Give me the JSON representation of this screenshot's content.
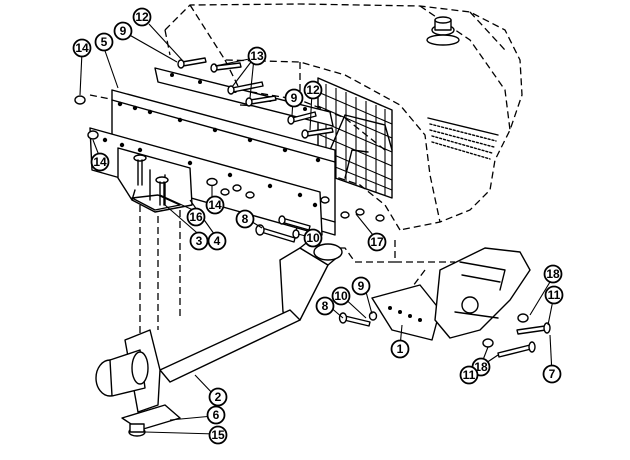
{
  "callouts": [
    {
      "id": "c12a",
      "label": "12"
    },
    {
      "id": "c9a",
      "label": "9"
    },
    {
      "id": "c5",
      "label": "5"
    },
    {
      "id": "c14a",
      "label": "14"
    },
    {
      "id": "c13",
      "label": "13"
    },
    {
      "id": "c9b",
      "label": "9"
    },
    {
      "id": "c12b",
      "label": "12"
    },
    {
      "id": "c14b",
      "label": "14"
    },
    {
      "id": "c14c",
      "label": "14"
    },
    {
      "id": "c16",
      "label": "16"
    },
    {
      "id": "c3",
      "label": "3"
    },
    {
      "id": "c4",
      "label": "4"
    },
    {
      "id": "c8a",
      "label": "8"
    },
    {
      "id": "c10a",
      "label": "10"
    },
    {
      "id": "c17",
      "label": "17"
    },
    {
      "id": "c9c",
      "label": "9"
    },
    {
      "id": "c10b",
      "label": "10"
    },
    {
      "id": "c8b",
      "label": "8"
    },
    {
      "id": "c1",
      "label": "1"
    },
    {
      "id": "c18a",
      "label": "18"
    },
    {
      "id": "c11a",
      "label": "11"
    },
    {
      "id": "c18b",
      "label": "18"
    },
    {
      "id": "c11b",
      "label": "11"
    },
    {
      "id": "c7",
      "label": "7"
    },
    {
      "id": "c2",
      "label": "2"
    },
    {
      "id": "c6",
      "label": "6"
    },
    {
      "id": "c15",
      "label": "15"
    }
  ]
}
